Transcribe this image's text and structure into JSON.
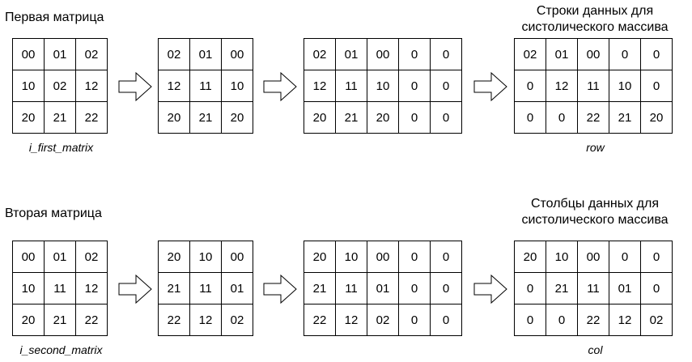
{
  "sections": [
    {
      "title": "Первая матрица",
      "caption": "i_first_matrix",
      "result_title_1": "Строки данных для",
      "result_title_2": "систолического массива",
      "result_caption": "row",
      "m1": [
        [
          "00",
          "01",
          "02"
        ],
        [
          "10",
          "02",
          "12"
        ],
        [
          "20",
          "21",
          "22"
        ]
      ],
      "m2": [
        [
          "02",
          "01",
          "00"
        ],
        [
          "12",
          "11",
          "10"
        ],
        [
          "20",
          "21",
          "20"
        ]
      ],
      "m3": [
        [
          "02",
          "01",
          "00",
          "0",
          "0"
        ],
        [
          "12",
          "11",
          "10",
          "0",
          "0"
        ],
        [
          "20",
          "21",
          "20",
          "0",
          "0"
        ]
      ],
      "m4": [
        [
          "02",
          "01",
          "00",
          "0",
          "0"
        ],
        [
          "0",
          "12",
          "11",
          "10",
          "0"
        ],
        [
          "0",
          "0",
          "22",
          "21",
          "20"
        ]
      ]
    },
    {
      "title": "Вторая матрица",
      "caption": "i_second_matrix",
      "result_title_1": "Столбцы данных для",
      "result_title_2": "систолического массива",
      "result_caption": "col",
      "m1": [
        [
          "00",
          "01",
          "02"
        ],
        [
          "10",
          "11",
          "12"
        ],
        [
          "20",
          "21",
          "22"
        ]
      ],
      "m2": [
        [
          "20",
          "10",
          "00"
        ],
        [
          "21",
          "11",
          "01"
        ],
        [
          "22",
          "12",
          "02"
        ]
      ],
      "m3": [
        [
          "20",
          "10",
          "00",
          "0",
          "0"
        ],
        [
          "21",
          "11",
          "01",
          "0",
          "0"
        ],
        [
          "22",
          "12",
          "02",
          "0",
          "0"
        ]
      ],
      "m4": [
        [
          "20",
          "10",
          "00",
          "0",
          "0"
        ],
        [
          "0",
          "21",
          "11",
          "01",
          "0"
        ],
        [
          "0",
          "0",
          "22",
          "12",
          "02"
        ]
      ]
    }
  ]
}
